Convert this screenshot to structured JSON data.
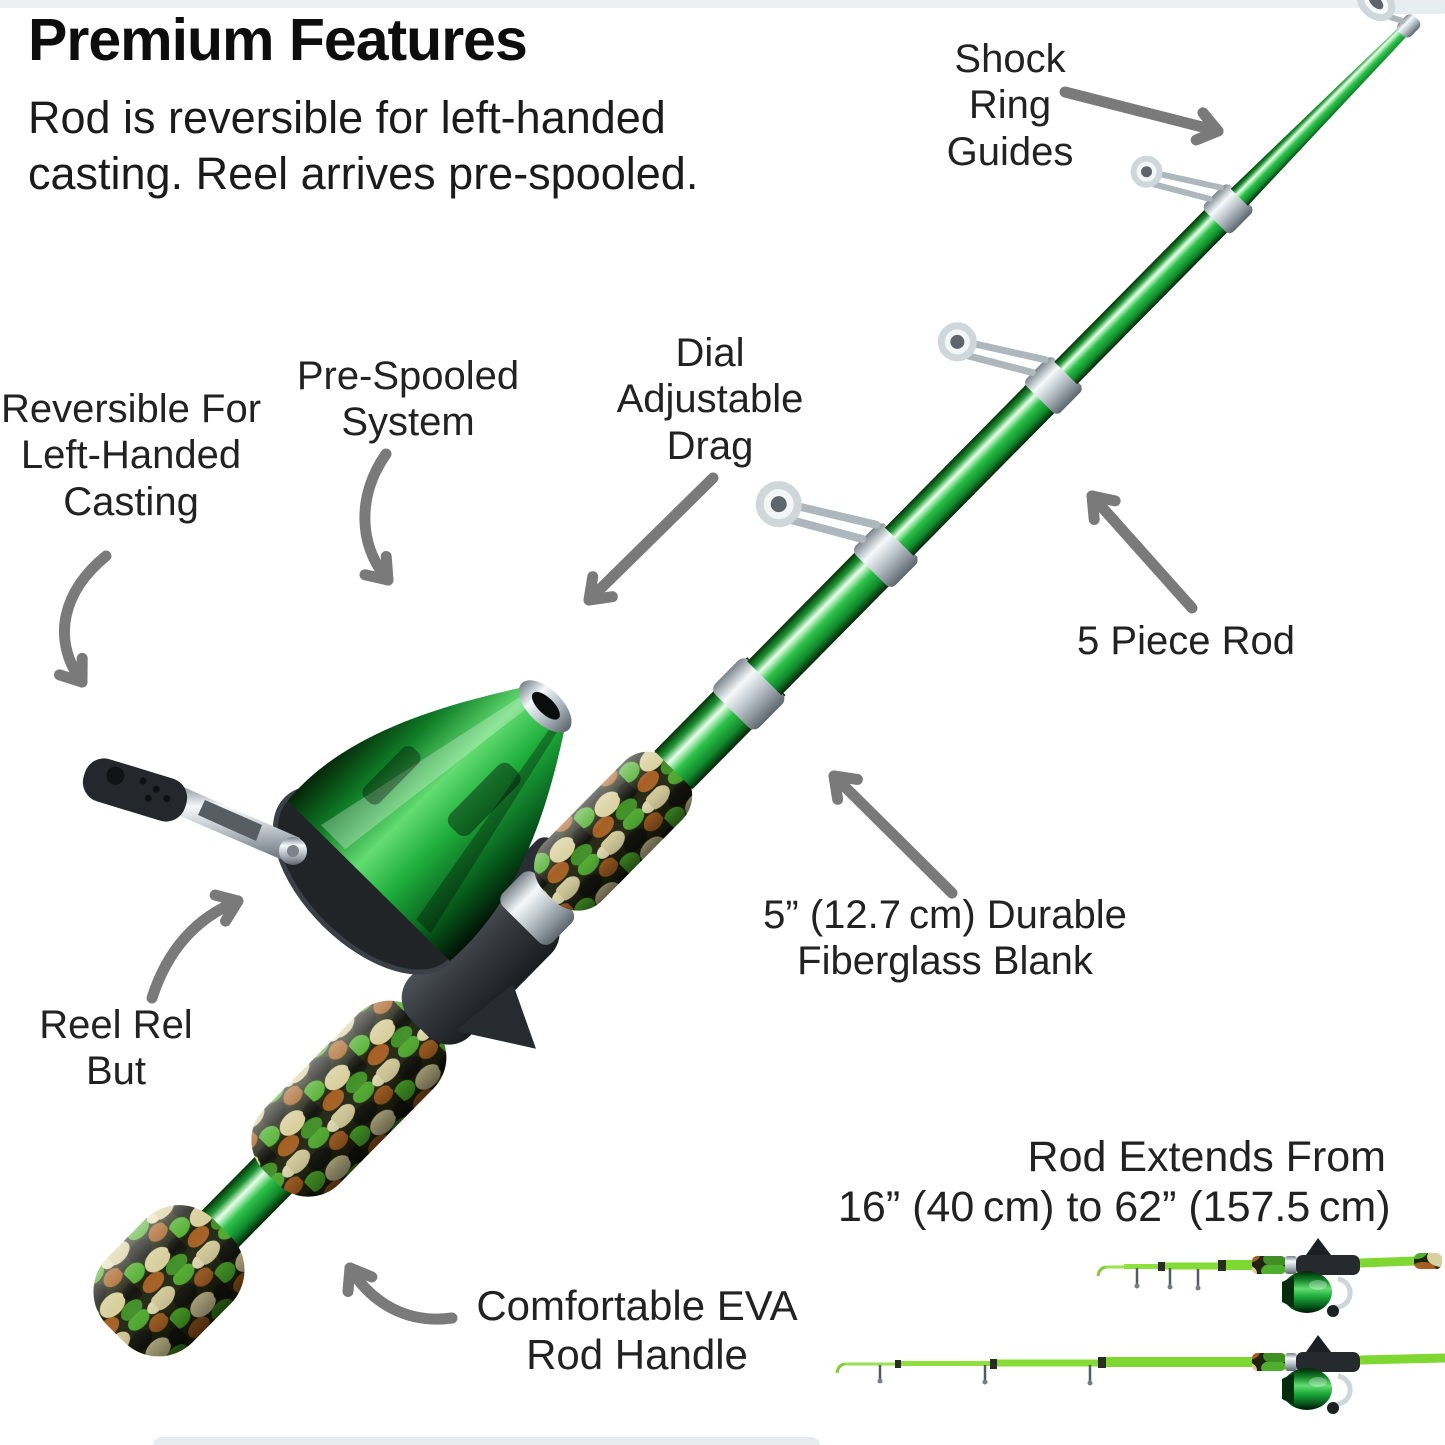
{
  "header": {
    "title": "Premium Features",
    "subtitle_lines": [
      "Rod is reversible for left-handed",
      "casting. Reel arrives pre-spooled."
    ]
  },
  "labels": {
    "shock_ring_guides": {
      "lines": [
        "Shock",
        "Ring",
        "Guides"
      ]
    },
    "reversible": {
      "lines": [
        "Reversible For",
        "Left-Handed",
        "Casting"
      ]
    },
    "pre_spooled": {
      "lines": [
        "Pre-Spooled",
        "System"
      ]
    },
    "dial_drag": {
      "lines": [
        "Dial",
        "Adjustable",
        "Drag"
      ]
    },
    "five_piece": {
      "lines": [
        "5 Piece Rod"
      ]
    },
    "fiberglass": {
      "lines": [
        "5” (12.7 cm) Durable",
        "Fiberglass Blank"
      ]
    },
    "reel_release_truncated": {
      "lines": [
        "Reel Rel",
        "But"
      ]
    },
    "eva_handle": {
      "lines": [
        "Comfortable EVA",
        "Rod Handle"
      ]
    },
    "rod_extends": {
      "lines": [
        "Rod Extends From",
        "16” (40 cm) to 62” (157.5 cm)"
      ]
    }
  },
  "icons": {
    "arrows": [
      "shock-ring-arrow",
      "reversible-arrow",
      "pre-spooled-arrow",
      "dial-drag-arrow",
      "five-piece-arrow",
      "fiberglass-arrow",
      "reel-release-arrow",
      "eva-handle-arrow"
    ]
  },
  "colors": {
    "rod_green": "#2dc24a",
    "neon_green": "#86e238",
    "reel_green": "#1fae3c",
    "camo_tan": "#d8cf9c",
    "camo_brown": "#a55f22",
    "camo_green": "#4fae2d",
    "arrow_gray": "#7a7a7a",
    "silver": "#c2cbd0",
    "text": "#1f1f1f",
    "edge_strip": "#edf0f3"
  }
}
